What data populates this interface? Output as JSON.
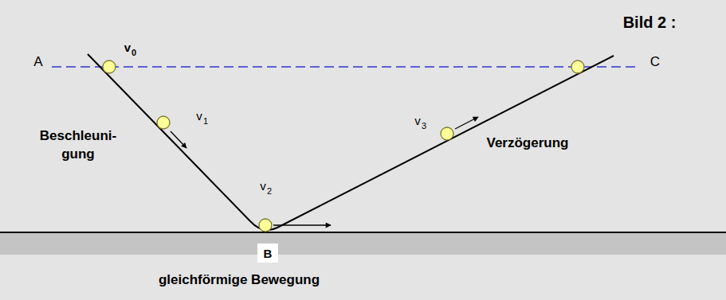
{
  "diagram": {
    "title": "Bild 2 :",
    "nodes": [
      {
        "text": [
          "B"
        ]
      }
    ],
    "labels": [
      "A",
      "v",
      "0",
      "v",
      "1",
      "Beschleuni- gung",
      "v",
      "2",
      "v",
      "3",
      "Verzögerung",
      "C",
      "gleichförmige Bewegung"
    ]
  }
}
